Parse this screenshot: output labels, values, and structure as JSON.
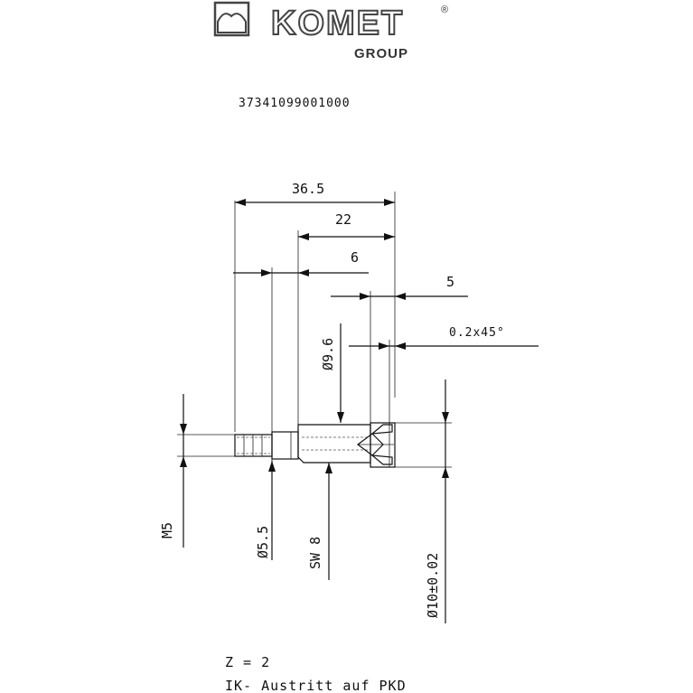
{
  "logo": {
    "brand": "KOMET",
    "registered": "®",
    "sub": "GROUP"
  },
  "part_number": "37341099001000",
  "dimensions": {
    "overall_length": "36.5",
    "body_length": "22",
    "length_6": "6",
    "length_5": "5",
    "chamfer": "0.2x45°",
    "dia_head": "Ø9.6",
    "thread": "M5",
    "dia_neck": "Ø5.5",
    "wrench": "SW 8",
    "dia_tol": "Ø10±0.02"
  },
  "notes": {
    "teeth": "Z = 2",
    "coolant": "IK- Austritt auf PKD"
  }
}
